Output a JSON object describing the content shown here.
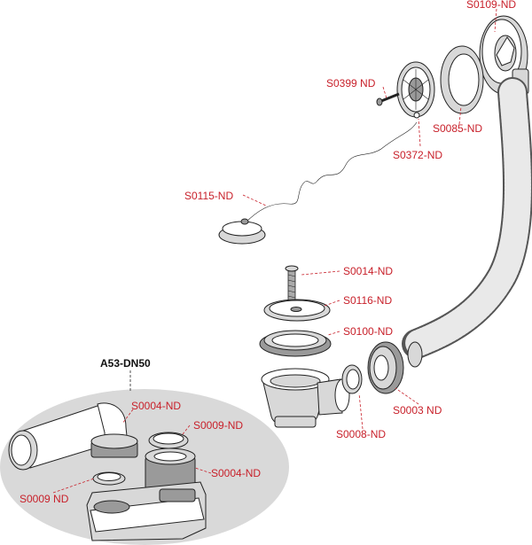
{
  "labels": {
    "s0109": "S0109-ND",
    "s0399": "S0399 ND",
    "s0085": "S0085-ND",
    "s0372": "S0372-ND",
    "s0115": "S0115-ND",
    "s0014": "S0014-ND",
    "s0116": "S0116-ND",
    "s0100": "S0100-ND",
    "s0003": "S0003 ND",
    "s0008": "S0008-ND",
    "kit_title": "A53-DN50",
    "kit_s0004_top": "S0004-ND",
    "kit_s0009_right": "S0009-ND",
    "kit_s0004_bottom": "S0004-ND",
    "kit_s0009_left": "S0009 ND"
  },
  "colors": {
    "label_red": "#c8202a",
    "ellipse_gray": "#d9d9d9"
  }
}
